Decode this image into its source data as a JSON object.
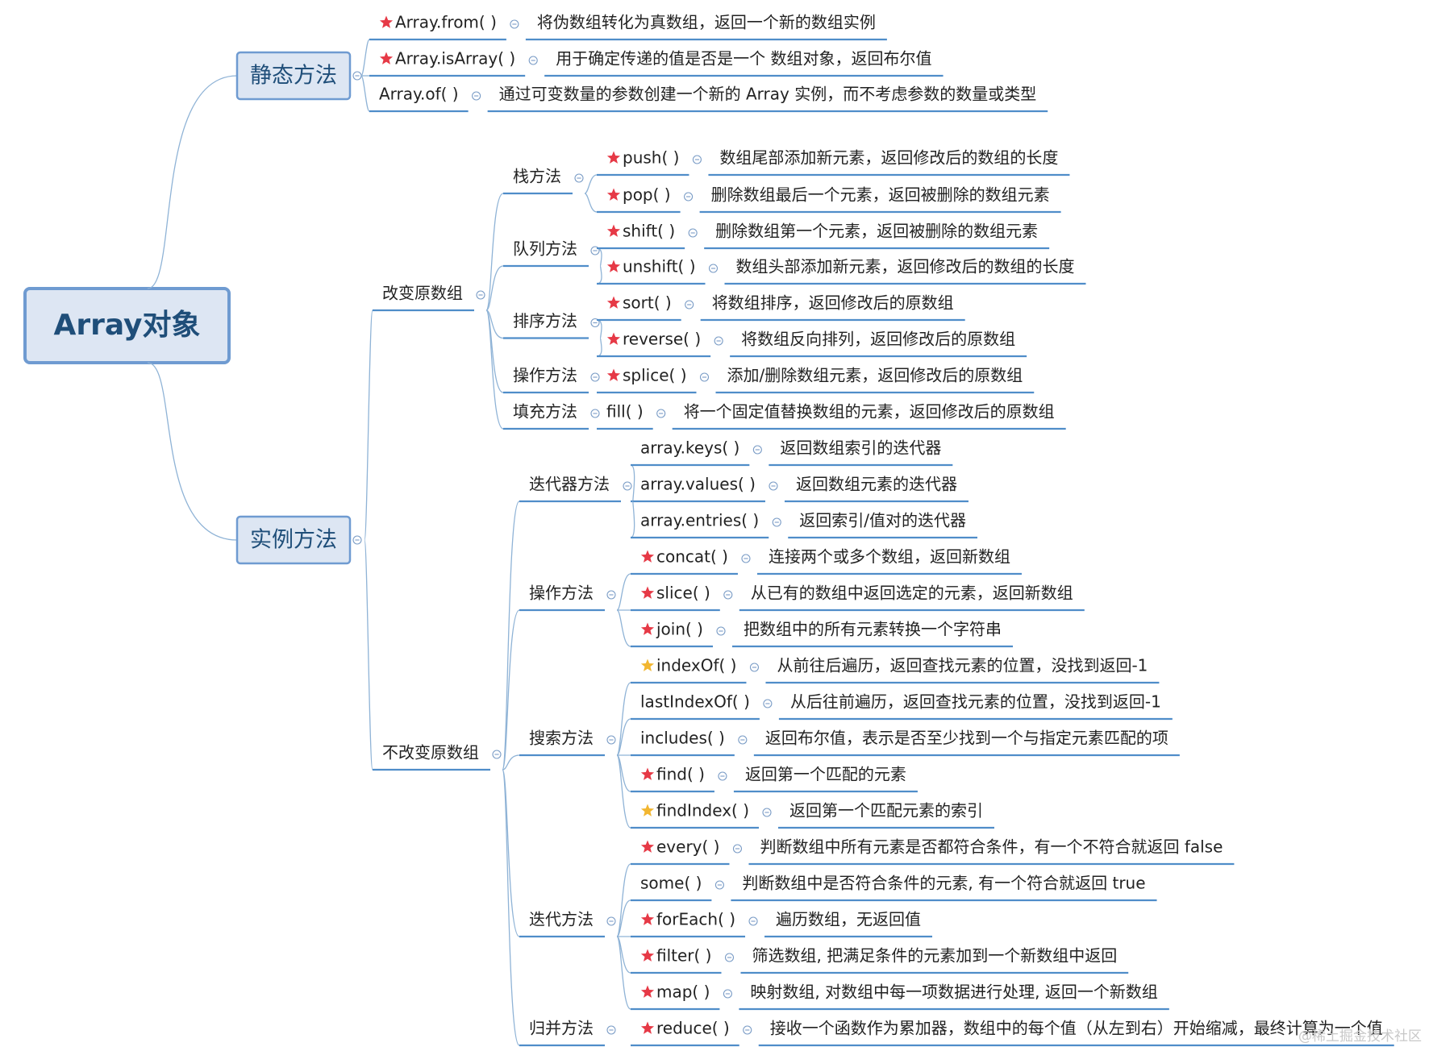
{
  "root": {
    "label": "Array对象"
  },
  "colors": {
    "link": "#8fb3d6",
    "underline": "#4f8dc9",
    "box_border": "#6f9bd1",
    "box_fill": "#dde6f3",
    "title_text": "#1f4e79",
    "star_red": "#e63946",
    "star_gold": "#f2b630",
    "collapse": "#7a9cc6"
  },
  "groups": [
    {
      "label": "静态方法",
      "items": [
        {
          "name": "Array.from( )",
          "star": "red",
          "desc": "将伪数组转化为真数组，返回一个新的数组实例"
        },
        {
          "name": "Array.isArray( )",
          "star": "red",
          "desc": "用于确定传递的值是否是一个 数组对象，返回布尔值"
        },
        {
          "name": "Array.of( )",
          "star": "",
          "desc": "通过可变数量的参数创建一个新的 Array 实例，而不考虑参数的数量或类型"
        }
      ]
    },
    {
      "label": "实例方法",
      "subgroups": [
        {
          "label": "改变原数组",
          "categories": [
            {
              "label": "栈方法",
              "items": [
                {
                  "name": "push( )",
                  "star": "red",
                  "desc": "数组尾部添加新元素，返回修改后的数组的长度"
                },
                {
                  "name": "pop( )",
                  "star": "red",
                  "desc": "删除数组最后一个元素，返回被删除的数组元素"
                }
              ]
            },
            {
              "label": "队列方法",
              "items": [
                {
                  "name": "shift( )",
                  "star": "red",
                  "desc": "删除数组第一个元素，返回被删除的数组元素"
                },
                {
                  "name": "unshift( )",
                  "star": "red",
                  "desc": "数组头部添加新元素，返回修改后的数组的长度"
                }
              ]
            },
            {
              "label": "排序方法",
              "items": [
                {
                  "name": "sort( )",
                  "star": "red",
                  "desc": "将数组排序，返回修改后的原数组"
                },
                {
                  "name": "reverse( )",
                  "star": "red",
                  "desc": "将数组反向排列，返回修改后的原数组"
                }
              ]
            },
            {
              "label": "操作方法",
              "items": [
                {
                  "name": "splice( )",
                  "star": "red",
                  "desc": "添加/删除数组元素，返回修改后的原数组"
                }
              ]
            },
            {
              "label": "填充方法",
              "items": [
                {
                  "name": "fill( )",
                  "star": "",
                  "desc": "将一个固定值替换数组的元素，返回修改后的原数组"
                }
              ]
            }
          ]
        },
        {
          "label": "不改变原数组",
          "categories": [
            {
              "label": "迭代器方法",
              "items": [
                {
                  "name": "array.keys( )",
                  "star": "",
                  "desc": "返回数组索引的迭代器"
                },
                {
                  "name": "array.values( )",
                  "star": "",
                  "desc": "返回数组元素的迭代器"
                },
                {
                  "name": "array.entries( )",
                  "star": "",
                  "desc": "返回索引/值对的迭代器"
                }
              ]
            },
            {
              "label": "操作方法",
              "items": [
                {
                  "name": "concat( )",
                  "star": "red",
                  "desc": "连接两个或多个数组，返回新数组"
                },
                {
                  "name": "slice( )",
                  "star": "red",
                  "desc": "从已有的数组中返回选定的元素，返回新数组"
                },
                {
                  "name": "join( )",
                  "star": "red",
                  "desc": "把数组中的所有元素转换一个字符串"
                }
              ]
            },
            {
              "label": "搜索方法",
              "items": [
                {
                  "name": "indexOf( )",
                  "star": "gold",
                  "desc": "从前往后遍历，返回查找元素的位置，没找到返回-1"
                },
                {
                  "name": "lastIndexOf( )",
                  "star": "",
                  "desc": "从后往前遍历，返回查找元素的位置，没找到返回-1"
                },
                {
                  "name": "includes( )",
                  "star": "",
                  "desc": "返回布尔值，表示是否至少找到一个与指定元素匹配的项"
                },
                {
                  "name": "find( )",
                  "star": "red",
                  "desc": "返回第一个匹配的元素"
                },
                {
                  "name": "findIndex( )",
                  "star": "gold",
                  "desc": "返回第一个匹配元素的索引"
                }
              ]
            },
            {
              "label": "迭代方法",
              "items": [
                {
                  "name": "every( )",
                  "star": "red",
                  "desc": "判断数组中所有元素是否都符合条件，有一个不符合就返回 false"
                },
                {
                  "name": "some( )",
                  "star": "",
                  "desc": "判断数组中是否符合条件的元素, 有一个符合就返回 true"
                },
                {
                  "name": "forEach( )",
                  "star": "red",
                  "desc": "遍历数组，无返回值"
                },
                {
                  "name": "filter( )",
                  "star": "red",
                  "desc": "筛选数组, 把满足条件的元素加到一个新数组中返回"
                },
                {
                  "name": "map( )",
                  "star": "red",
                  "desc": "映射数组, 对数组中每一项数据进行处理, 返回一个新数组"
                }
              ]
            },
            {
              "label": "归并方法",
              "items": [
                {
                  "name": "reduce( )",
                  "star": "red",
                  "desc": "接收一个函数作为累加器，数组中的每个值（从左到右）开始缩减，最终计算为一个值"
                }
              ]
            }
          ]
        }
      ]
    }
  ],
  "watermark": "@稀土掘金技术社区"
}
